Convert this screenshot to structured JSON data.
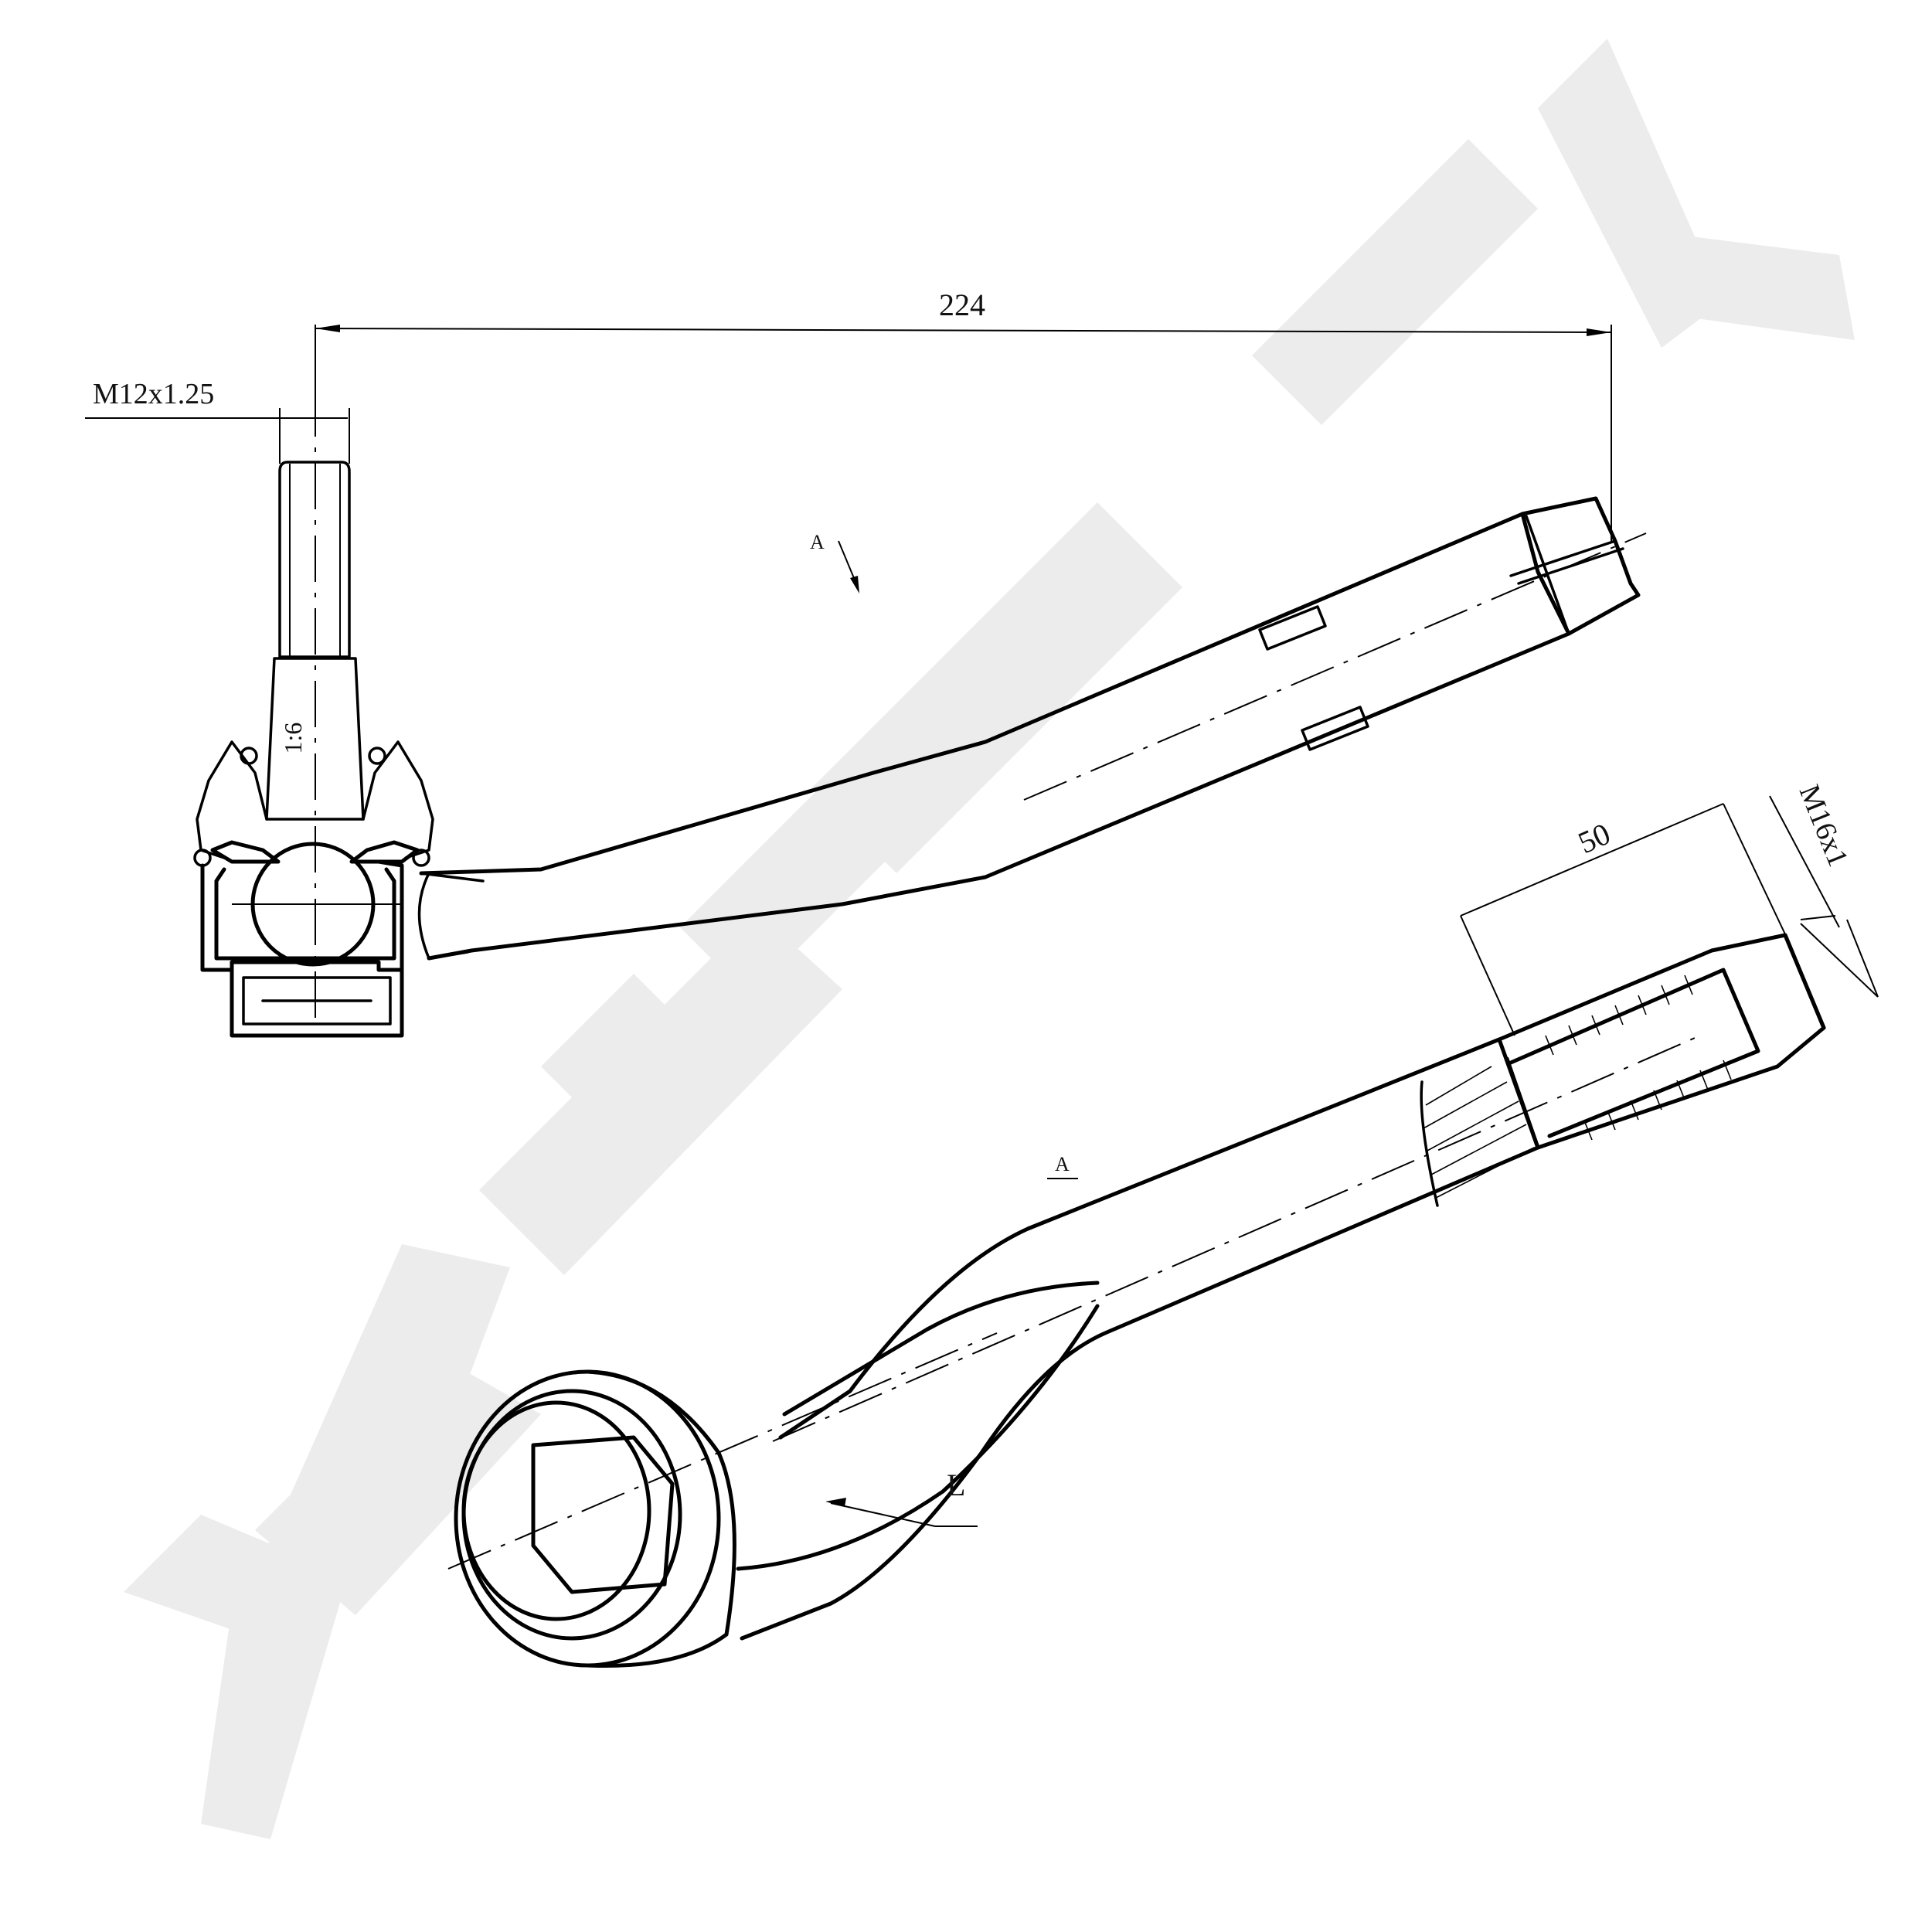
{
  "watermark": {
    "text": "ZENNEK",
    "color": "#ececec"
  },
  "dimensions": {
    "overall_length": "224",
    "stud_thread": "M12x1.25",
    "taper": "1:6",
    "thread_length": "50",
    "inner_thread": "M16x1"
  },
  "view_marks": {
    "top_view": "A",
    "side_view": "A",
    "side_label": "L"
  }
}
